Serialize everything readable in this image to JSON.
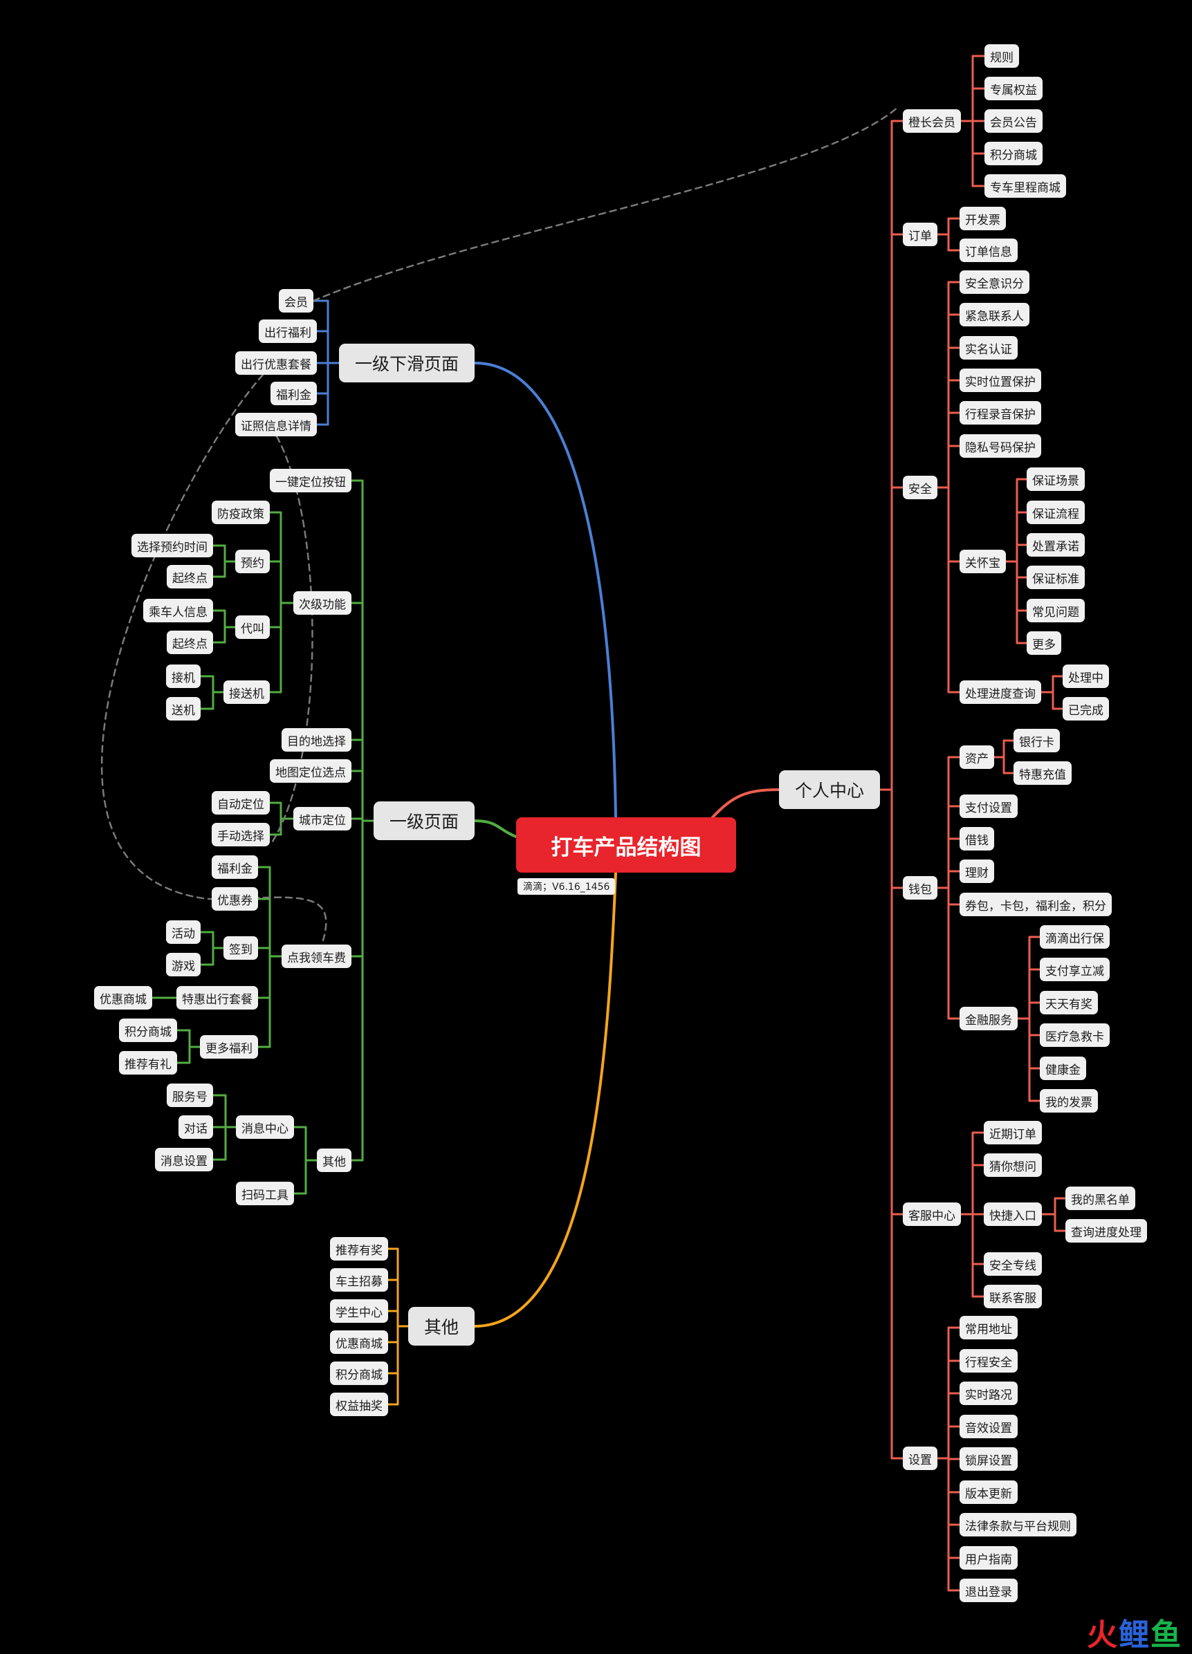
{
  "root": {
    "label": "打车产品结构图",
    "version_note": "滴滴；V6.16_1456"
  },
  "watermark": {
    "c1": "火",
    "c2": "鲤",
    "c3": "鱼"
  },
  "colors": {
    "blue": "#4a7fd4",
    "green": "#52ad42",
    "orange": "#f5a51c",
    "red": "#ec5e50",
    "dashed": "#7a7a7a",
    "root": "#e8242c"
  },
  "branches": {
    "top_slide": {
      "label": "一级下滑页面",
      "children": [
        "会员",
        "出行福利",
        "出行优惠套餐",
        "福利金",
        "证照信息详情"
      ]
    },
    "first_page": {
      "label": "一级页面",
      "one_click": "一键定位按钮",
      "secondary": {
        "label": "次级功能",
        "epidemic": "防疫政策",
        "reserve": {
          "label": "预约",
          "children": [
            "选择预约时间",
            "起终点"
          ]
        },
        "proxy": {
          "label": "代叫",
          "children": [
            "乘车人信息",
            "起终点"
          ]
        },
        "airport": {
          "label": "接送机",
          "children": [
            "接机",
            "送机"
          ]
        }
      },
      "destination": "目的地选择",
      "map_point": "地图定位选点",
      "city": {
        "label": "城市定位",
        "children": [
          "自动定位",
          "手动选择"
        ]
      },
      "fare": {
        "label": "点我领车费",
        "welfare": "福利金",
        "coupon": "优惠券",
        "signin": {
          "label": "签到",
          "children": [
            "活动",
            "游戏"
          ]
        },
        "package": {
          "label": "特惠出行套餐",
          "children": [
            "优惠商城"
          ]
        },
        "more": {
          "label": "更多福利",
          "children": [
            "积分商城",
            "推荐有礼"
          ]
        }
      },
      "other": {
        "label": "其他",
        "message": {
          "label": "消息中心",
          "children": [
            "服务号",
            "对话",
            "消息设置"
          ]
        },
        "scan": "扫码工具"
      }
    },
    "others": {
      "label": "其他",
      "children": [
        "推荐有奖",
        "车主招募",
        "学生中心",
        "优惠商城",
        "积分商城",
        "权益抽奖"
      ]
    },
    "personal": {
      "label": "个人中心",
      "member": {
        "label": "橙长会员",
        "children": [
          "规则",
          "专属权益",
          "会员公告",
          "积分商城",
          "专车里程商城"
        ]
      },
      "order": {
        "label": "订单",
        "children": [
          "开发票",
          "订单信息"
        ]
      },
      "safety": {
        "label": "安全",
        "items": [
          "安全意识分",
          "紧急联系人",
          "实名认证",
          "实时位置保护",
          "行程录音保护",
          "隐私号码保护"
        ],
        "care": {
          "label": "关怀宝",
          "children": [
            "保证场景",
            "保证流程",
            "处置承诺",
            "保证标准",
            "常见问题",
            "更多"
          ]
        },
        "progress": {
          "label": "处理进度查询",
          "children": [
            "处理中",
            "已完成"
          ]
        }
      },
      "wallet": {
        "label": "钱包",
        "assets": {
          "label": "资产",
          "children": [
            "银行卡",
            "特惠充值"
          ]
        },
        "items": [
          "支付设置",
          "借钱",
          "理财",
          "券包，卡包，福利金，积分"
        ],
        "finance": {
          "label": "金融服务",
          "children": [
            "滴滴出行保",
            "支付享立减",
            "天天有奖",
            "医疗急救卡",
            "健康金",
            "我的发票"
          ]
        }
      },
      "service": {
        "label": "客服中心",
        "recent": "近期订单",
        "guess": "猜你想问",
        "quick": {
          "label": "快捷入口",
          "children": [
            "我的黑名单",
            "查询进度处理"
          ]
        },
        "hotline": "安全专线",
        "contact": "联系客服"
      },
      "settings": {
        "label": "设置",
        "children": [
          "常用地址",
          "行程安全",
          "实时路况",
          "音效设置",
          "锁屏设置",
          "版本更新",
          "法律条款与平台规则",
          "用户指南",
          "退出登录"
        ]
      }
    }
  }
}
